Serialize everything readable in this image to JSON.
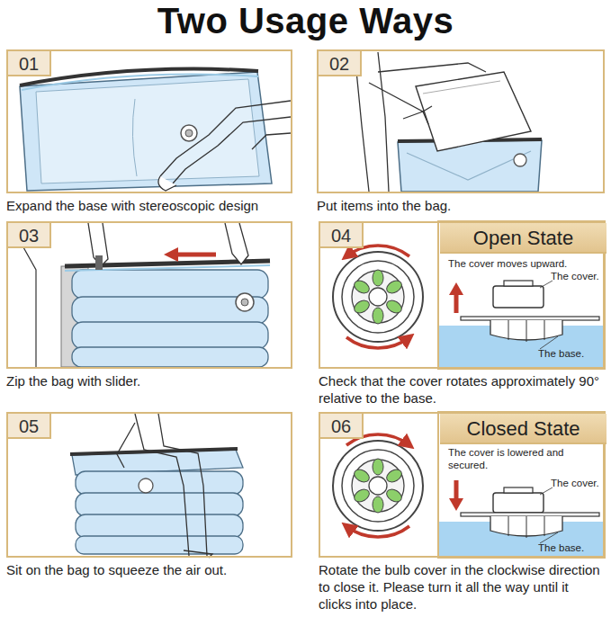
{
  "diagram": {
    "title": "Two Usage Ways",
    "nodes": [
      {
        "text": [
          "01",
          "Expand the base with stereoscopic design"
        ]
      },
      {
        "text": [
          "02",
          "Put items into the bag."
        ]
      },
      {
        "text": [
          "03",
          "Zip the bag with slider."
        ]
      },
      {
        "text": [
          "04",
          "Check that the cover rotates approximately 90° relative to the base."
        ]
      },
      {
        "text": [
          "Open State"
        ],
        "in": 3
      },
      {
        "text": [
          "05",
          "Sit on the bag to squeeze the air out."
        ]
      },
      {
        "text": [
          "06",
          "Rotate the bulb cover in the clockwise direction to close it. Please turn it all the way until it clicks into place."
        ]
      },
      {
        "text": [
          "Closed State"
        ],
        "in": 6
      }
    ],
    "labels": [
      "The cover moves upward.",
      "The cover.",
      "The base.",
      "The cover is lowered and secured.",
      "The cover.",
      "The base."
    ]
  }
}
